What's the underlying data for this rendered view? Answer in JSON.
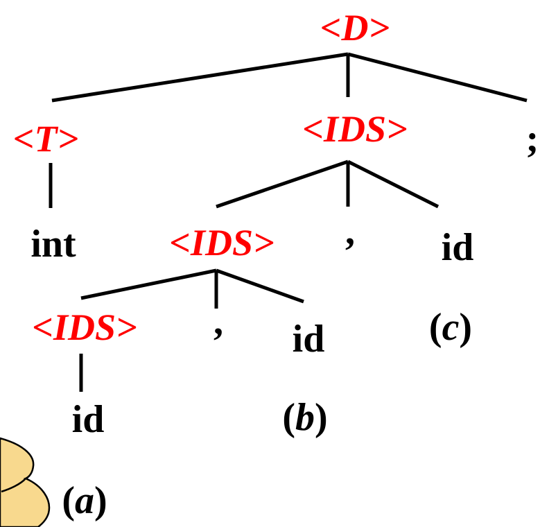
{
  "tree": {
    "root": "<D>",
    "t_node": "<T>",
    "ids_top": "<IDS>",
    "semicolon": ";",
    "int_leaf": "int",
    "ids_mid": "<IDS>",
    "comma_top": ",",
    "id_top": "id",
    "ids_low": "<IDS>",
    "comma_mid": ",",
    "id_mid": "id",
    "id_low": "id"
  },
  "labels": {
    "a": "a",
    "b": "b",
    "c": "c",
    "open": "(",
    "close": ")"
  },
  "colors": {
    "nonterminal": "#ff0000",
    "blob": "#f8d98e"
  }
}
